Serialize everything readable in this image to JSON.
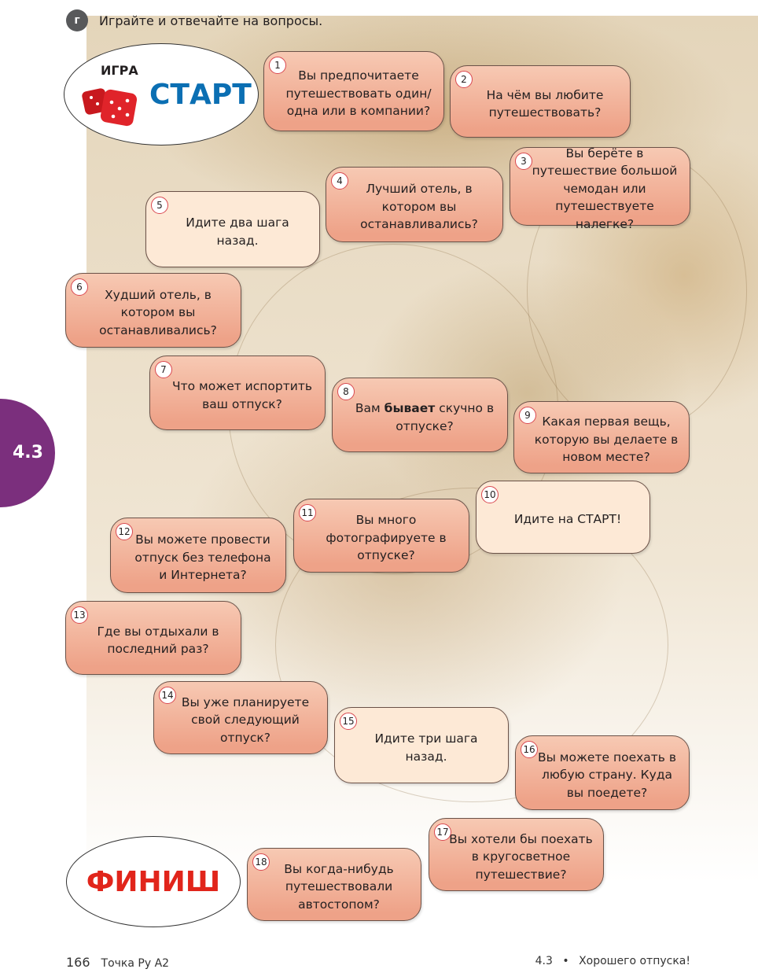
{
  "header": {
    "badge": "г",
    "instruction": "Играйте и отвечайте на вопросы."
  },
  "start": {
    "label": "ИГРА",
    "title": "СТАРТ"
  },
  "finish": {
    "title": "ФИНИШ"
  },
  "section_tab": "4.3",
  "colors": {
    "start": "#0b6fb3",
    "finish": "#e1251b",
    "tab": "#7b2f7d",
    "card": "#f2b29a",
    "card_pale": "#fde9d6"
  },
  "cards": [
    {
      "n": "1",
      "text": "Вы предпочитаете путешествовать один/одна или в компании?"
    },
    {
      "n": "2",
      "text": "На чём вы любите путешествовать?"
    },
    {
      "n": "3",
      "text": "Вы берёте в путешествие большой чемодан или путешествуете налегке?"
    },
    {
      "n": "4",
      "text": "Лучший отель, в котором вы останавливались?"
    },
    {
      "n": "5",
      "text": "Идите два шага назад."
    },
    {
      "n": "6",
      "text": "Худший отель, в котором вы останавливались?"
    },
    {
      "n": "7",
      "text": "Что может испортить ваш отпуск?"
    },
    {
      "n": "8",
      "pre": "Вам ",
      "bold": "бывает",
      "post": " скучно в отпуске?"
    },
    {
      "n": "9",
      "text": "Какая первая вещь, которую вы делаете в новом месте?"
    },
    {
      "n": "10",
      "text": "Идите на СТАРТ!"
    },
    {
      "n": "11",
      "text": "Вы много фотографируете в отпуске?"
    },
    {
      "n": "12",
      "text": "Вы можете провести отпуск без телефона и Интернета?"
    },
    {
      "n": "13",
      "text": "Где вы отдыхали в последний раз?"
    },
    {
      "n": "14",
      "text": "Вы уже планируете свой следующий отпуск?"
    },
    {
      "n": "15",
      "text": "Идите три шага назад."
    },
    {
      "n": "16",
      "text": "Вы можете поехать в любую страну. Куда вы поедете?"
    },
    {
      "n": "17",
      "text": "Вы хотели бы поехать в кругосветное путешествие?"
    },
    {
      "n": "18",
      "text": "Вы когда-нибудь путешествовали автостопом?"
    }
  ],
  "footer": {
    "page": "166",
    "book": "Точка Ру A2",
    "unit": "4.3",
    "sep": "•",
    "unit_title": "Хорошего отпуска!"
  }
}
